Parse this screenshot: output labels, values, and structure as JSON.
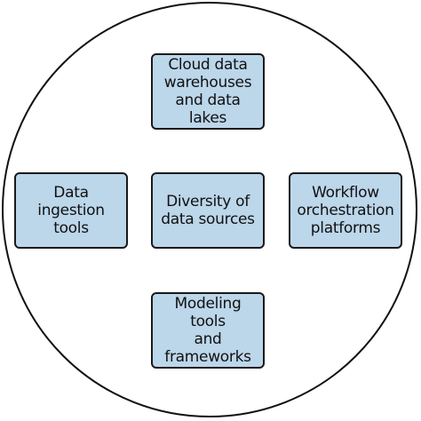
{
  "diagram": {
    "colors": {
      "box_fill": "#bcd6ea",
      "box_border": "#1a1a1a",
      "circle_stroke": "#111111"
    },
    "nodes": {
      "top": "Cloud data\nwarehouses\nand data lakes",
      "left": "Data\ningestion\ntools",
      "center": "Diversity of\ndata sources",
      "right": "Workflow\norchestration\nplatforms",
      "bottom": "Modeling tools\nand frameworks"
    }
  }
}
